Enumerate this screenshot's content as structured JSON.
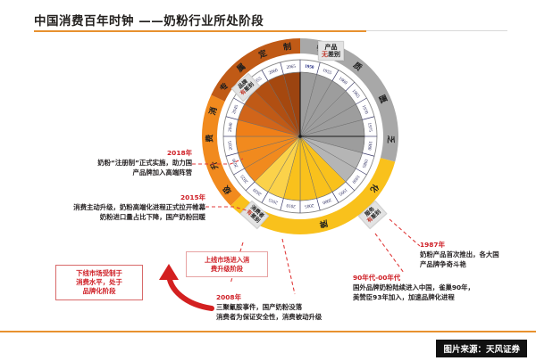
{
  "header": {
    "title": "中国消费百年时钟 ——奶粉行业所处阶段",
    "rule_accent": "#e8912f"
  },
  "footer": {
    "source_label": "图片来源：天风证券",
    "rule_accent": "#e8912f"
  },
  "chart_data": {
    "type": "pie",
    "title": "中国消费百年时钟 ——奶粉行业所处阶段",
    "legend_position": "none",
    "grid": false,
    "note": "时钟式扇形图：24 个等分扇区，按年份顺时针排列，分三个颜色阶段",
    "categories": [
      "1950",
      "1955",
      "1960",
      "1965",
      "1970",
      "1975",
      "1980",
      "1985",
      "1990",
      "1995",
      "2000",
      "2005",
      "2010",
      "2015",
      "2020",
      "2025",
      "2030",
      "2035",
      "2040",
      "2045",
      "2050",
      "2055",
      "2060",
      "2065"
    ],
    "tick_labels": [
      "1950",
      "1955",
      "1960",
      "1965",
      "1970",
      "1975",
      "1980",
      "1985",
      "1990",
      "1995",
      "2000",
      "2005",
      "2010",
      "2015",
      "2020",
      "2025",
      "2030",
      "2035",
      "2040",
      "2045",
      "2050",
      "2055",
      "2060",
      "2065"
    ],
    "values": [
      1,
      1,
      1,
      1,
      1,
      1,
      1,
      1,
      1,
      1,
      1,
      1,
      1,
      1,
      1,
      1,
      1,
      1,
      1,
      1,
      1,
      1,
      1,
      1
    ],
    "segment_colors": [
      "#9d9d9d",
      "#9d9d9d",
      "#9d9d9d",
      "#9d9d9d",
      "#9d9d9d",
      "#9d9d9d",
      "#9d9d9d",
      "#b5b5b5",
      "#b5b5b5",
      "#f9c11c",
      "#f9c11c",
      "#f9c11c",
      "#f9c11c",
      "#fbd24a",
      "#fbd24a",
      "#f18a1e",
      "#f18a1e",
      "#f18a1e",
      "#ef7f18",
      "#d1651a",
      "#c05a16",
      "#b14f12",
      "#a5480f",
      "#9c4410"
    ],
    "stage_rings": [
      {
        "label": "物质匮乏",
        "color": "#a8a8a8",
        "start_deg": 0,
        "end_deg": 105,
        "chars": [
          "物",
          "质",
          "匮",
          "乏"
        ]
      },
      {
        "label": "品牌化",
        "color": "#f9c11c",
        "start_deg": 105,
        "end_deg": 225,
        "chars": [
          "化",
          "牌",
          "品"
        ]
      },
      {
        "label": "消费升级",
        "color": "#f18a1e",
        "start_deg": 225,
        "end_deg": 295,
        "chars": [
          "级",
          "升",
          "费",
          "消"
        ]
      },
      {
        "label": "专属定制",
        "color": "#c05a16",
        "start_deg": 295,
        "end_deg": 360,
        "chars": [
          "专",
          "属",
          "定",
          "制"
        ]
      }
    ],
    "ring_tags": [
      {
        "name": "product-no-difference",
        "line1": "产品",
        "line2": "无差别",
        "highlight": "无",
        "pos": "top"
      },
      {
        "name": "brand-difference",
        "line1": "品牌",
        "line2": "有差别",
        "highlight": "有",
        "pos": "upper-left"
      },
      {
        "name": "consumer-difference",
        "line1": "消费者",
        "line2": "有差别",
        "highlight": "有",
        "pos": "lower-left"
      },
      {
        "name": "service-difference",
        "line1": "服务",
        "line2": "有差别",
        "highlight": "有",
        "pos": "lower-right"
      }
    ]
  },
  "annotations": [
    {
      "id": "a2018",
      "year": "2018年",
      "body": "奶粉“注册制”正式实施，助力国\n产品牌加入高端阵营"
    },
    {
      "id": "a2015",
      "year": "2015年",
      "body": "消费主动升级，奶粉高端化进程正式拉开帷幕\n奶粉进口量占比下降，国产奶粉回暖"
    },
    {
      "id": "a2008",
      "year": "2008年",
      "body": "三聚氰胺事件，国产奶粉没落\n消费者为保证安全性，消费被动升级"
    },
    {
      "id": "a1987",
      "year": "1987年",
      "body": "奶粉产品首次推出，各大国\n产品牌争奇斗艳"
    },
    {
      "id": "a90s",
      "year": "90年代-00年代",
      "body": "国外品牌奶粉陆续进入中国，雀巢90年，\n美赞臣93年加入，加速品牌化进程"
    }
  ],
  "boxes": [
    {
      "id": "box-lower-tier",
      "text": "下线市场受制于\n消费水平，处于\n品牌化阶段"
    },
    {
      "id": "box-upper-tier",
      "text": "上线市场进入消\n费升级阶段"
    }
  ],
  "colors": {
    "accent_orange": "#e8912f",
    "red": "#cf2027",
    "gray_stage": "#a8a8a8",
    "yellow_stage": "#f9c11c",
    "orange_stage": "#f18a1e",
    "brown_stage": "#c05a16"
  }
}
